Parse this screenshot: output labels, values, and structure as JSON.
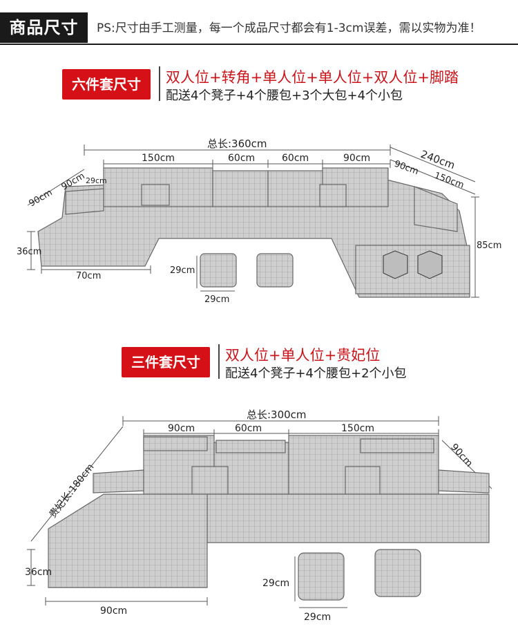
{
  "header": {
    "title": "商品尺寸",
    "note": "PS:尺寸由手工测量，每一个成品尺寸都会有1-3cm误差，需以实物为准！"
  },
  "set6": {
    "badge": "六件套尺寸",
    "combo": "双人位+转角+单人位+单人位+双人位+脚踏",
    "gifts": "配送4个凳子+4个腰包+3个大包+4个小包",
    "dims": {
      "total": "总长:360cm",
      "seg1": "150cm",
      "seg2": "60cm",
      "seg3": "60cm",
      "seg4": "90cm",
      "corner": "240cm",
      "corner_a": "90cm",
      "corner_b": "150cm",
      "left_a": "90cm",
      "left_b": "90cm",
      "arm": "29cm",
      "height_seat": "36cm",
      "height_back": "85cm",
      "chaise_w": "70cm",
      "stool_h": "29cm",
      "stool_w": "29cm"
    }
  },
  "set3": {
    "badge": "三件套尺寸",
    "combo": "双人位+单人位+贵妃位",
    "gifts": "配送4个凳子+4个腰包+2个小包",
    "dims": {
      "total": "总长:300cm",
      "seg1": "90cm",
      "seg2": "60cm",
      "seg3": "150cm",
      "chaise_len": "贵妃长:180cm",
      "depth": "90cm",
      "height_seat": "36cm",
      "chaise_w": "90cm",
      "stool_h": "29cm",
      "stool_w": "29cm"
    }
  }
}
